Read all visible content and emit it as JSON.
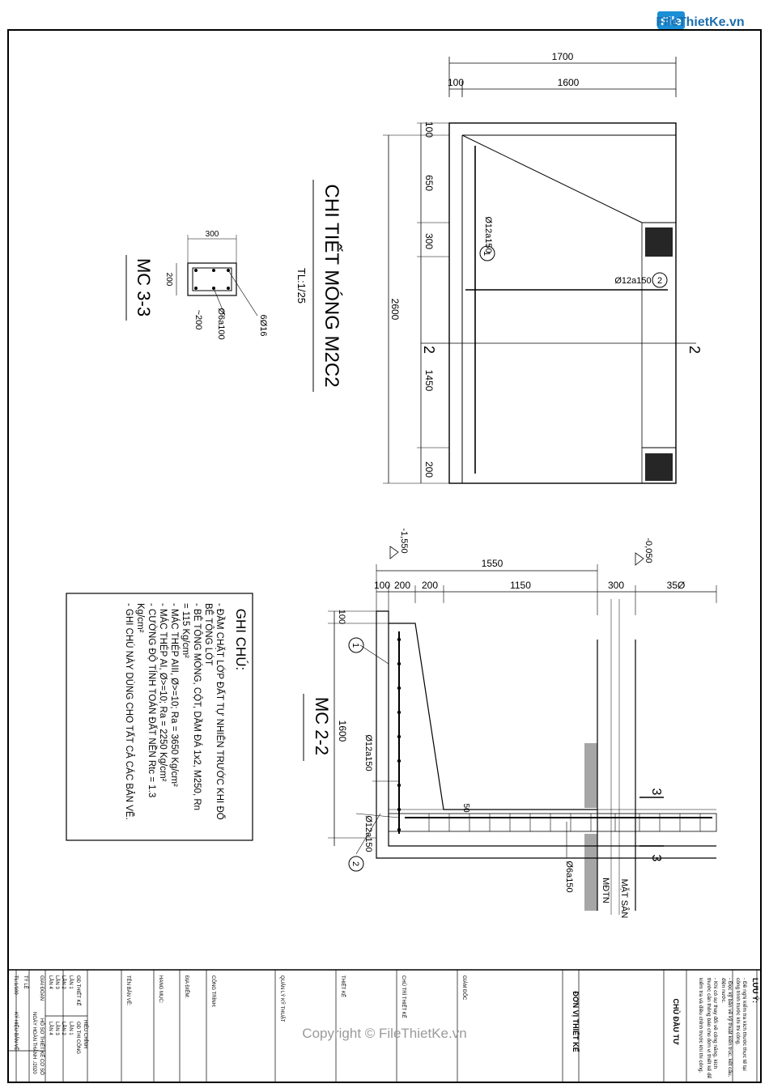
{
  "watermark_top": "FileThietKe.vn",
  "watermark_bottom": "Copyright © FileThietKe.vn",
  "plan": {
    "title": "CHI TIẾT MÓNG M2C2",
    "scale": "TL:1/25",
    "dim_top_total": "1700",
    "dim_top_a": "100",
    "dim_top_b": "1600",
    "dim_total": "2600",
    "dim_100": "100",
    "dim_650": "650",
    "dim_300": "300",
    "dim_1450": "1450",
    "dim_200": "200",
    "rebar_1": "Ø12a150",
    "rebar_2": "Ø12a150",
    "mark_1": "1",
    "mark_2": "2",
    "cut_left": "2",
    "cut_right": "2"
  },
  "mc33": {
    "title": "MC 3-3",
    "dim_width": "300",
    "dim_height": "200",
    "bars": "6Ø16",
    "stirrup": "Ø6a100",
    "cover": "~200"
  },
  "mc22": {
    "title": "MC 2-2",
    "level_left": "-1,550",
    "level_right": "-0,050",
    "dim_1550": "1550",
    "dim_100": "100",
    "dim_200a": "200",
    "dim_200b": "200",
    "dim_1150": "1150",
    "dim_300": "300",
    "dim_350": "35Ø",
    "dim_100v": "100",
    "dim_1600": "1600",
    "dim_50": "50",
    "rebar_1": "Ø12a150",
    "rebar_2": "Ø12a150",
    "stirrup": "Ø6a150",
    "label_mdtn": "MĐTN",
    "label_matsan": "MẶT SÂN",
    "mark_1": "1",
    "mark_2": "2",
    "cut_3a": "3",
    "cut_3b": "3"
  },
  "notes": {
    "title": "GHI CHÚ:",
    "lines": [
      "- ĐẦM CHẶT LỚP ĐẤT TỰ NHIÊN TRƯỚC KHI ĐỔ",
      "BÊ TÔNG LÓT",
      "- BÊ TÔNG MÓNG, CỘT, DẦM ĐÁ 1x2, M250, Rn",
      "= 115 Kg/cm²",
      "- MÁC THÉP AIII, Ø>=10; Ra = 3650 Kg/cm²",
      "- MÁC THÉP AI, Ø>=10; Ra = 2250 Kg/cm²",
      "- CƯỜNG ĐỘ TÍNH TOÁN ĐẤT NỀN Rtc = 1.3",
      "Kg/cm²",
      "- GHI CHÚ NÀY DÙNG CHO TẤT CẢ CÁC BẢN VẼ."
    ]
  },
  "titleblock": {
    "luu_y_title": "LƯU Ý:",
    "luu_y_lines": [
      "- Đề nghị kiểm tra kích thước thực tế tại",
      "công trình trước khi thi công.",
      "- Đọc kỹ bản vẽ kỹ thuật kiến trúc, kết cấu,",
      "điện nước.",
      "- Khi có sự thay đổi về công năng, kích",
      "thước cần thông báo cho đơn vị thiết kế để",
      "kiểm tra và điều chỉnh trước khi thi công."
    ],
    "chu_dau_tu": "CHỦ ĐẦU TƯ",
    "don_vi_thiet_ke": "ĐƠN VỊ THIẾT KẾ",
    "giam_doc": "GIÁM ĐỐC",
    "chu_tri": "CHỦ TRÌ THIẾT KẾ",
    "thiet_ke": "THIẾT KẾ",
    "quan_ly": "QUẢN LÝ KỸ THUẬT",
    "cong_trinh": "CÔNG TRÌNH:",
    "dia_diem": "ĐỊA ĐIỂM:",
    "hang_muc": "HẠNG MỤC:",
    "ten_ban_ve": "TÊN BẢN VẼ:",
    "hieu_chinh": "HIỆU CHỈNH",
    "gd_thiet_ke": "GĐ THIẾT KẾ",
    "gd_thi_cong": "GĐ THI CÔNG",
    "lan1": "LẦN 1",
    "lan2": "LẦN 2",
    "lan3": "LẦN 3",
    "lan4": "LẦN 4",
    "giai_doan": "GIAI ĐOẠN",
    "ho_so": "HỒ SƠ THIẾT KẾ CƠ SỞ",
    "ngay": "NGÀY HOÀN THÀNH",
    "nam": "./2020",
    "ty_le": "TỶ LỆ",
    "ty_le_val": "TL:1/100",
    "ky_hieu": "KÝ HIỆU BẢN VẼ"
  }
}
